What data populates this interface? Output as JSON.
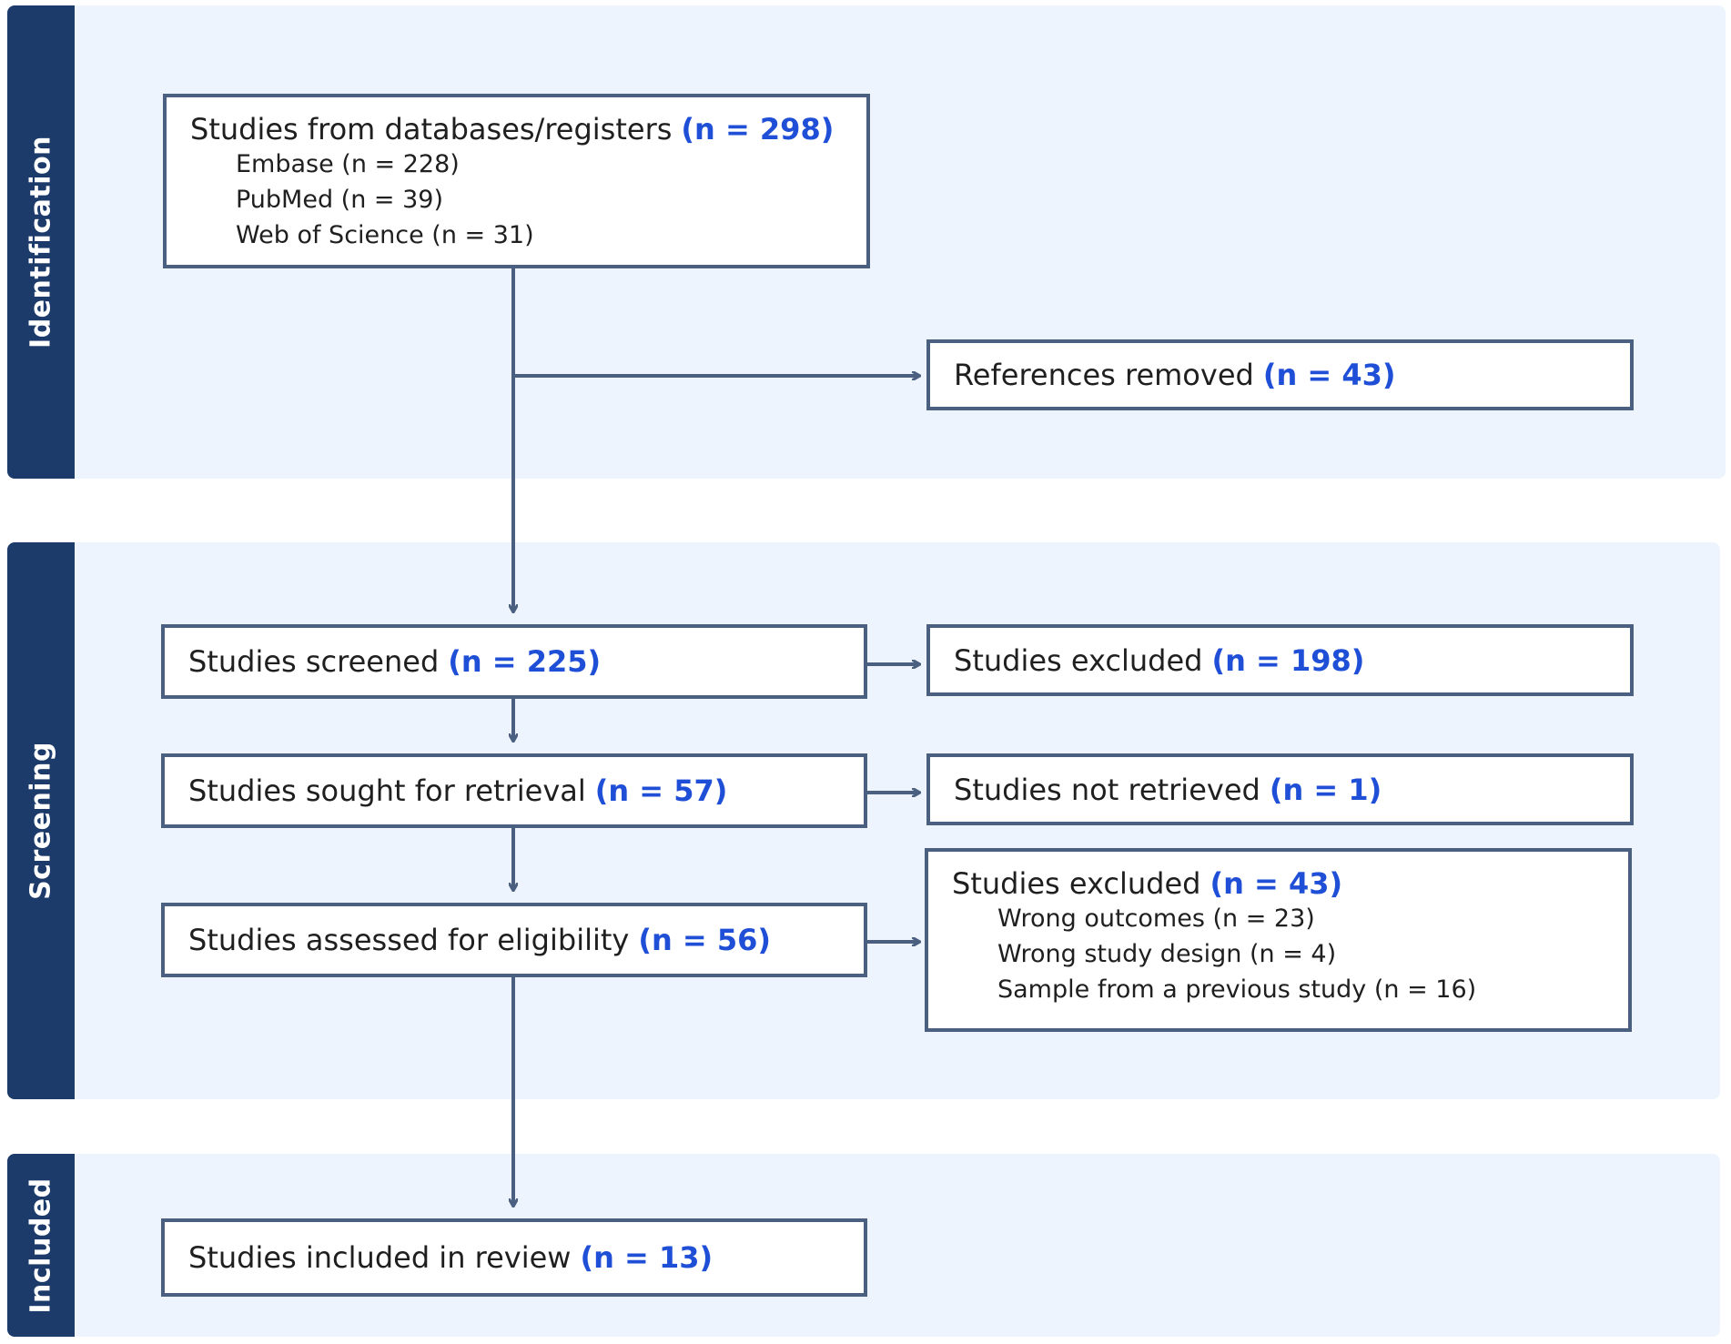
{
  "stages": {
    "identification": "Identification",
    "screening": "Screening",
    "included": "Included"
  },
  "records": {
    "title": "Studies from databases/registers",
    "count": "(n = 298)",
    "sources": [
      "Embase (n = 228)",
      "PubMed (n = 39)",
      "Web of Science (n = 31)"
    ]
  },
  "removed": {
    "title": "References removed",
    "count": "(n = 43)"
  },
  "screened": {
    "title": "Studies screened",
    "count": "(n = 225)"
  },
  "excluded_screen": {
    "title": "Studies excluded",
    "count": "(n = 198)"
  },
  "retrieval": {
    "title": "Studies sought for retrieval",
    "count": "(n = 57)"
  },
  "not_retrieved": {
    "title": "Studies not retrieved",
    "count": "(n = 1)"
  },
  "eligibility": {
    "title": "Studies assessed for eligibility",
    "count": "(n = 56)"
  },
  "excluded_eligibility": {
    "title": "Studies excluded",
    "count": "(n = 43)",
    "reasons": [
      "Wrong outcomes (n = 23)",
      "Wrong study design (n = 4)",
      "Sample from a previous study (n = 16)"
    ]
  },
  "included": {
    "title": "Studies included in review",
    "count": "(n = 13)"
  },
  "colors": {
    "band_background": "#eef4fd",
    "tab": "#1c3a6a",
    "box_border": "#4b5f80",
    "count_text": "#1f4fd6"
  }
}
